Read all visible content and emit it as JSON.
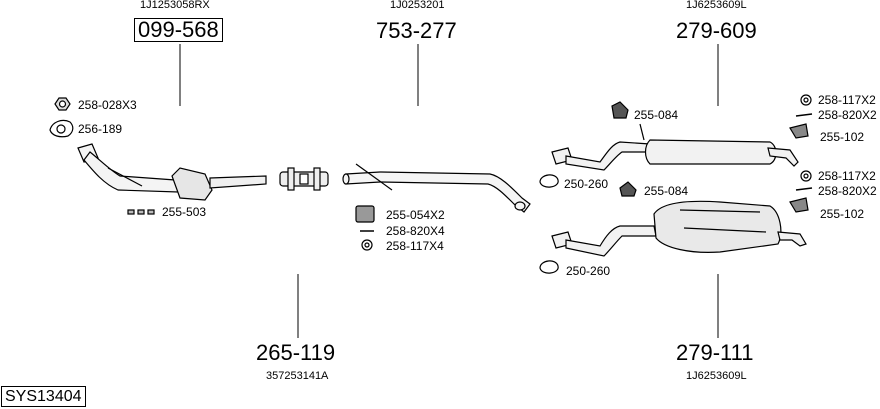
{
  "system_id": "SYS13404",
  "groups": [
    {
      "ref": "1J1253058RX",
      "part": "099-568"
    },
    {
      "ref": "1J0253201",
      "part": "753-277"
    },
    {
      "ref": "1J6253609L",
      "part": "279-609"
    },
    {
      "ref": "357253141A",
      "part": "265-119"
    },
    {
      "ref": "1J6253609L",
      "part": "279-111"
    }
  ],
  "labels": {
    "l1": "258-028X3",
    "l2": "256-189",
    "l3": "255-503",
    "l4": "255-054X2",
    "l5": "258-820X4",
    "l6": "258-117X4",
    "l7": "255-084",
    "l8": "258-117X2",
    "l9": "258-820X2",
    "l10": "255-102",
    "l11": "250-260",
    "l12": "255-084",
    "l13": "258-117X2",
    "l14": "258-820X2",
    "l15": "255-102",
    "l16": "250-260"
  }
}
